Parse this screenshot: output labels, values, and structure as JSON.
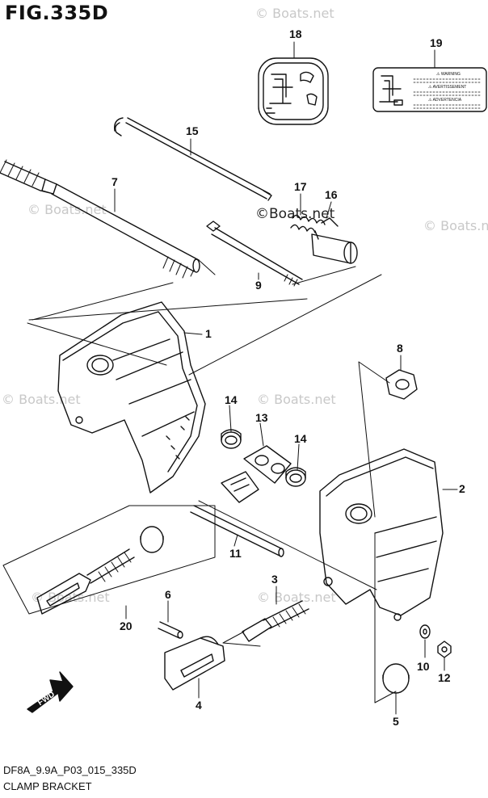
{
  "figure": {
    "title": "FIG.335D",
    "code": "DF8A_9.9A_P03_015_335D",
    "caption": "CLAMP BRACKET"
  },
  "watermark": {
    "text": "© Boats.net",
    "strong_text": "©Boats.net"
  },
  "fwd_arrow": {
    "label": "FWD"
  },
  "decal_19": {
    "line1": "⚠ WARNING",
    "line2": "⚠ AVERTISSEMENT",
    "line3": "⚠ ADVERTENCIA"
  },
  "parts": [
    {
      "id": "p1",
      "num": "1"
    },
    {
      "id": "p2",
      "num": "2"
    },
    {
      "id": "p3",
      "num": "3"
    },
    {
      "id": "p4",
      "num": "4"
    },
    {
      "id": "p5",
      "num": "5"
    },
    {
      "id": "p6",
      "num": "6"
    },
    {
      "id": "p7",
      "num": "7"
    },
    {
      "id": "p8",
      "num": "8"
    },
    {
      "id": "p9",
      "num": "9"
    },
    {
      "id": "p10",
      "num": "10"
    },
    {
      "id": "p11",
      "num": "11"
    },
    {
      "id": "p12",
      "num": "12"
    },
    {
      "id": "p13",
      "num": "13"
    },
    {
      "id": "p14a",
      "num": "14"
    },
    {
      "id": "p14b",
      "num": "14"
    },
    {
      "id": "p15",
      "num": "15"
    },
    {
      "id": "p16",
      "num": "16"
    },
    {
      "id": "p17",
      "num": "17"
    },
    {
      "id": "p18",
      "num": "18"
    },
    {
      "id": "p19",
      "num": "19"
    },
    {
      "id": "p20",
      "num": "20"
    }
  ]
}
